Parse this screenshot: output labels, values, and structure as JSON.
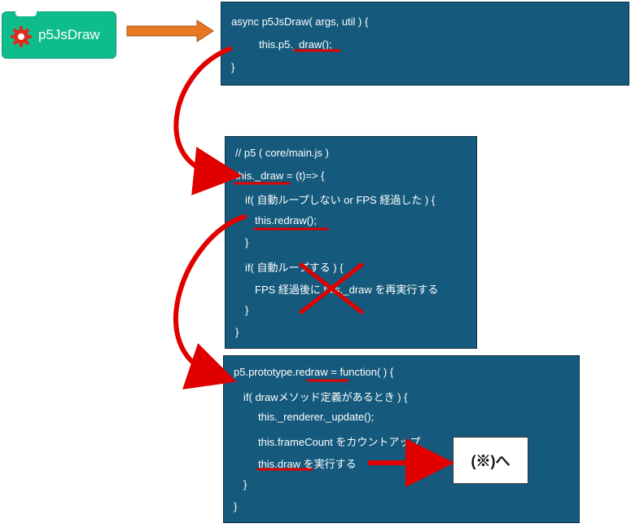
{
  "block": {
    "label": "p5JsDraw",
    "color": "#0fbd8c"
  },
  "panel1": {
    "lines": [
      "async p5JsDraw( args, util ) {",
      "this.p5._draw();",
      "}"
    ]
  },
  "panel2": {
    "lines": [
      "// p5 ( core/main.js )",
      "this._draw = (t)=> {",
      "if( 自動ループしない or FPS 経過した ) {",
      "this.redraw();",
      "}",
      "if( 自動ループする ) {",
      "FPS 経過後に this._draw を再実行する",
      "}",
      "}"
    ]
  },
  "panel3": {
    "lines": [
      "p5.prototype.redraw = function( ) {",
      "if( drawメソッド定義があるとき ) {",
      "this._renderer._update();",
      "this.frameCount をカウントアップ",
      "this.draw を実行する",
      "}",
      "}"
    ]
  },
  "note": {
    "label": "(※)へ"
  },
  "colors": {
    "panel": "#155a7c",
    "highlight": "#e00000",
    "arrow_orange": "#e87722"
  }
}
